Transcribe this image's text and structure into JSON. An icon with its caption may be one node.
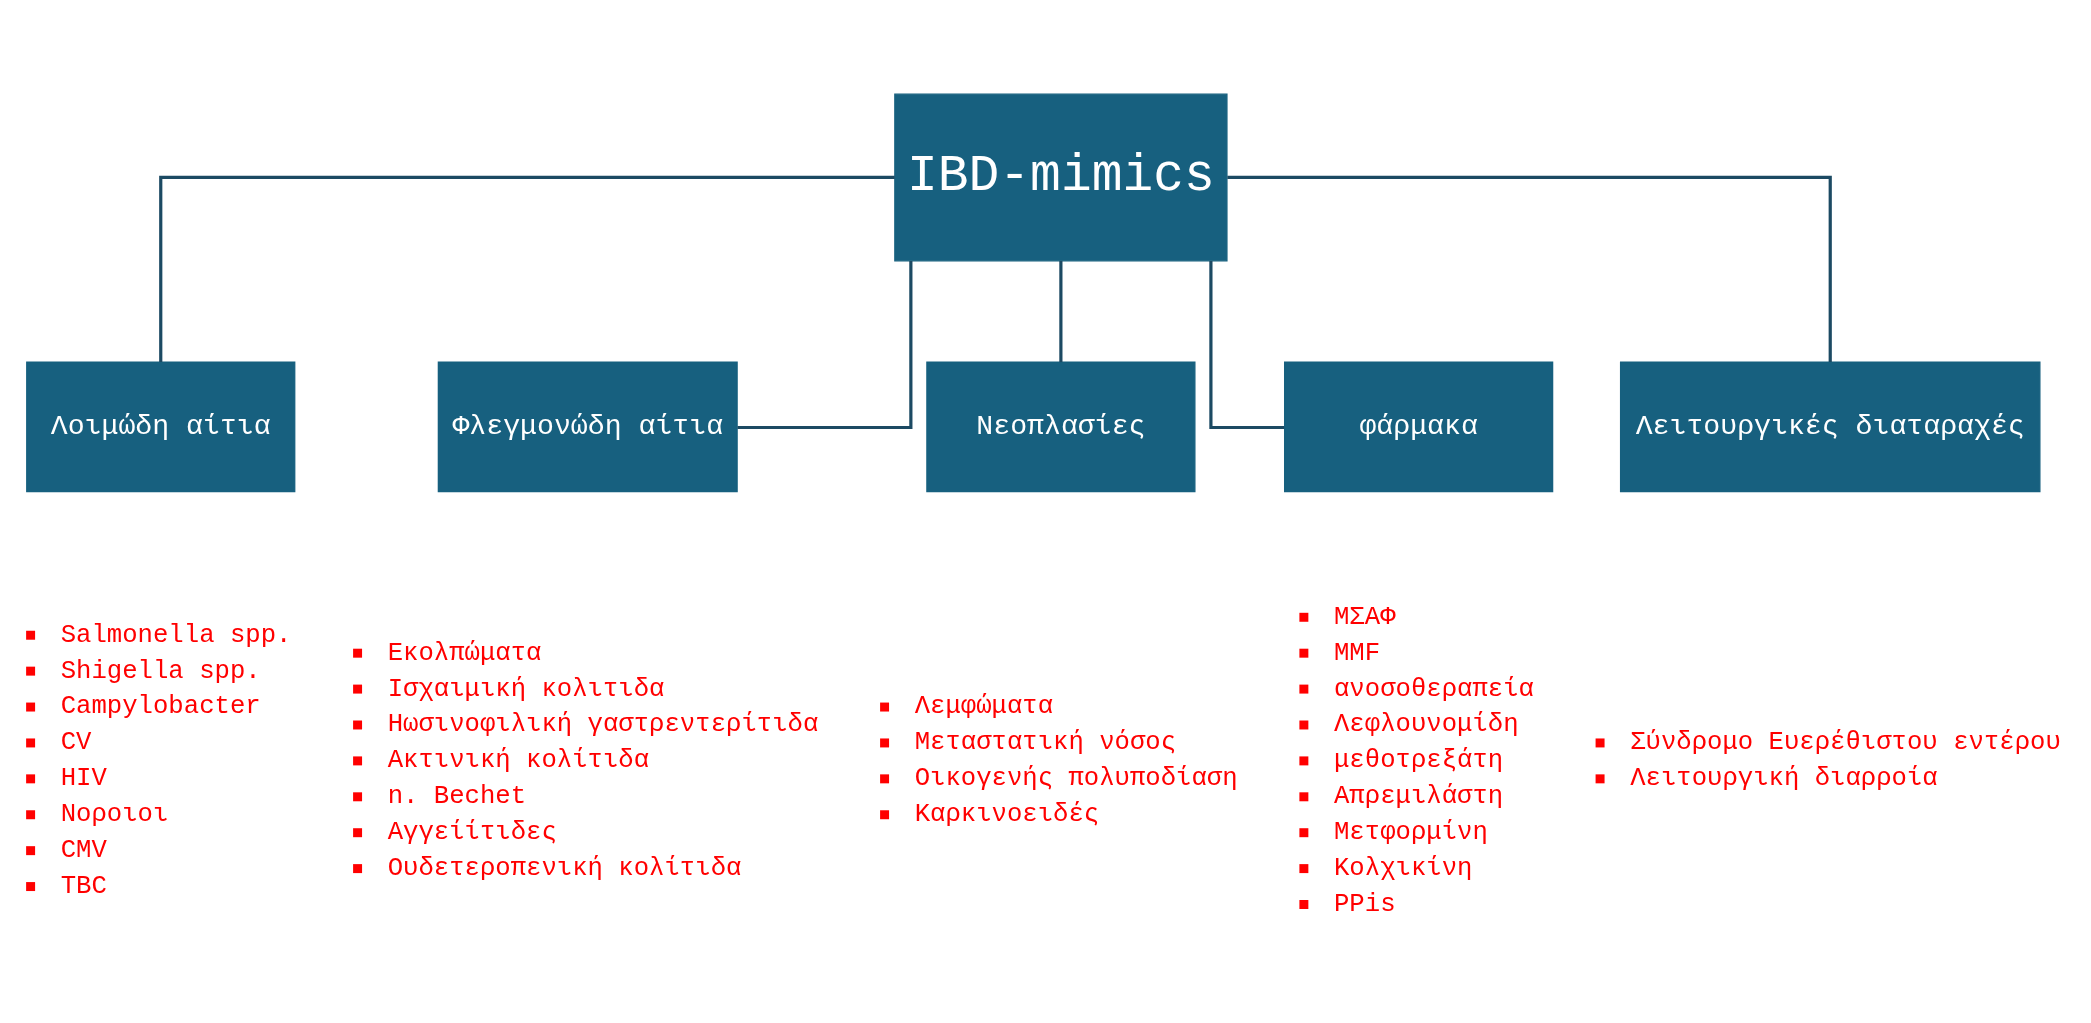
{
  "diagram": {
    "nodes": [
      {
        "text": [
          "IBD-mimics"
        ]
      },
      {
        "text": [
          "Λοιμώδη αίτια"
        ],
        "beside": [
          "Salmonella spp.",
          "Shigella spp.",
          "Campylobacter",
          "CV",
          "HIV",
          "Νοροιοι",
          "CMV",
          "TBC"
        ]
      },
      {
        "text": [
          "Φλεγμονώδη αίτια"
        ],
        "beside": [
          "Εκολπώματα",
          "Ισχαιμική κολιτιδα",
          "Ηωσινοφιλική γαστρεντερίτιδα",
          "Ακτινική κολίτιδα",
          "n. Bechet",
          "Αγγείίτιδες",
          "Ουδετεροπενική κολίτιδα"
        ]
      },
      {
        "text": [
          "Νεοπλασίες"
        ],
        "beside": [
          "Λεμφώματα",
          "Μεταστατική νόσος",
          "Οικογενής πολυποδίαση",
          "Καρκινοειδές"
        ]
      },
      {
        "text": [
          "φάρμακα"
        ],
        "beside": [
          "ΜΣΑΦ",
          "MMF",
          "ανοσοθεραπεία",
          "Λεφλουνομίδη",
          "μεθοτρεξάτη",
          "Απρεμιλάστη",
          "Μετφορμίνη",
          "Κολχικίνη",
          "PPis"
        ]
      },
      {
        "text": [
          "Λειτουργικές διαταραχές"
        ],
        "beside": [
          "Σύνδρομο Ευερέθιστου εντέρου",
          "Λειτουργική διαρροία"
        ]
      }
    ],
    "edges": [
      {
        "from": 0,
        "to": 1,
        "arrow": "none"
      },
      {
        "from": 0,
        "to": 2,
        "arrow": "none"
      },
      {
        "from": 0,
        "to": 3,
        "arrow": "none"
      },
      {
        "from": 0,
        "to": 4,
        "arrow": "none"
      },
      {
        "from": 0,
        "to": 5,
        "arrow": "none"
      }
    ]
  }
}
